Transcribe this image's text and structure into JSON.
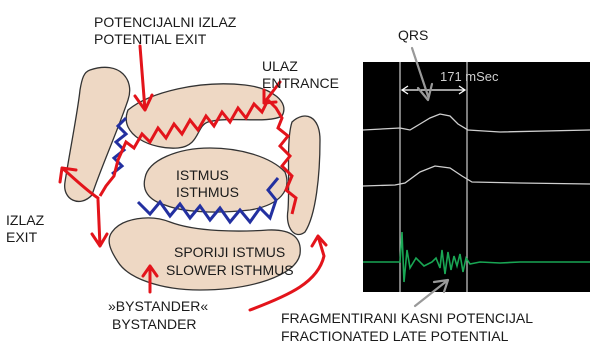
{
  "labels": {
    "potential_exit_hr": "POTENCIJALNI IZLAZ",
    "potential_exit_en": "POTENTIAL EXIT",
    "entrance_hr": "ULAZ",
    "entrance_en": "ENTRANCE",
    "exit_hr": "IZLAZ",
    "exit_en": "EXIT",
    "isthmus_hr": "ISTMUS",
    "isthmus_en": "ISTHMUS",
    "slower_isthmus_hr": "SPORIJI ISTMUS",
    "slower_isthmus_en": "SLOWER ISTHMUS",
    "bystander_hr": "»BYSTANDER«",
    "bystander_en": "BYSTANDER",
    "qrs": "QRS",
    "interval": "171 mSec",
    "fractionated_hr": "FRAGMENTIRANI KASNI POTENCIJAL",
    "fractionated_en": "FRACTIONATED LATE POTENTIAL"
  },
  "colors": {
    "tissue": "#eed8c4",
    "tissue_outline": "#333333",
    "red_path": "#e3141b",
    "blue_path": "#2330a0",
    "scope_bg": "#000000",
    "trace_gray": "#cfcfcf",
    "trace_green": "#19a654",
    "caret_gray": "#999999"
  }
}
